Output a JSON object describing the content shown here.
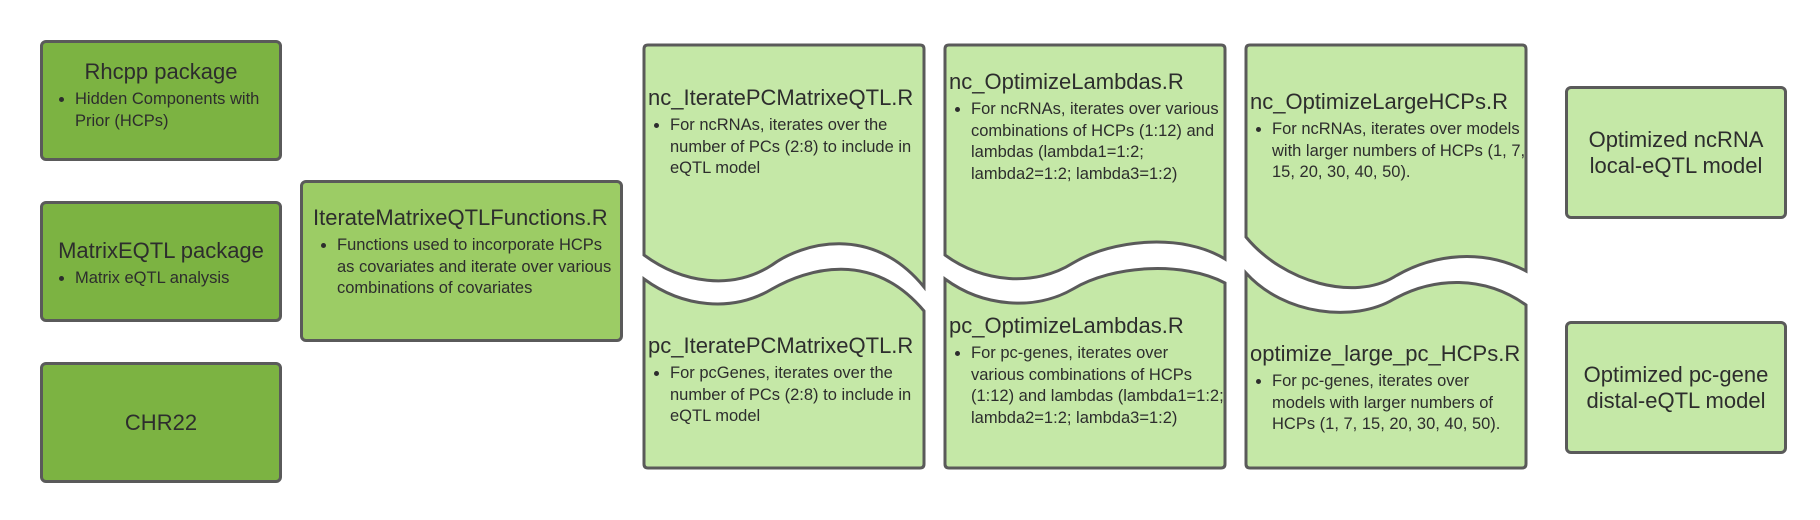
{
  "colors": {
    "dark_green": "#7cb342",
    "mid_green": "#9ccc65",
    "light_green": "#c5e8a7",
    "border": "#5a5a5a"
  },
  "inputs": {
    "rhcpp": {
      "title": "Rhcpp package",
      "bullets": [
        "Hidden Components with Prior (HCPs)"
      ]
    },
    "matrixeqtl": {
      "title": "MatrixEQTL package",
      "bullets": [
        "Matrix eQTL analysis"
      ]
    },
    "chr22": {
      "title": "CHR22"
    }
  },
  "functions": {
    "title": "IterateMatrixeQTLFunctions.R",
    "bullets": [
      "Functions used to incorporate HCPs as covariates and iterate over various combinations of covariates"
    ]
  },
  "steps": [
    {
      "top": {
        "title": "nc_IteratePCMatrixeQTL.R",
        "bullets": [
          "For ncRNAs, iterates over the number of PCs (2:8) to include in eQTL model"
        ]
      },
      "bottom": {
        "title": "pc_IteratePCMatrixeQTL.R",
        "bullets": [
          "For pcGenes, iterates over the number of PCs (2:8) to include in eQTL model"
        ]
      }
    },
    {
      "top": {
        "title": "nc_OptimizeLambdas.R",
        "bullets": [
          "For ncRNAs, iterates over various combinations of HCPs (1:12) and lambdas (lambda1=1:2; lambda2=1:2; lambda3=1:2)"
        ]
      },
      "bottom": {
        "title": "pc_OptimizeLambdas.R",
        "bullets": [
          "For pc-genes, iterates over various combinations of HCPs (1:12) and lambdas (lambda1=1:2; lambda2=1:2; lambda3=1:2)"
        ]
      }
    },
    {
      "top": {
        "title": "nc_OptimizeLargeHCPs.R",
        "bullets": [
          "For ncRNAs, iterates over models with larger numbers of HCPs (1, 7, 15, 20, 30, 40, 50)."
        ]
      },
      "bottom": {
        "title": "optimize_large_pc_HCPs.R",
        "bullets": [
          "For pc-genes, iterates over models with larger numbers of HCPs (1, 7, 15, 20, 30, 40, 50)."
        ]
      }
    }
  ],
  "outputs": {
    "ncrna": "Optimized ncRNA local-eQTL model",
    "pcgene": "Optimized pc-gene distal-eQTL model"
  }
}
